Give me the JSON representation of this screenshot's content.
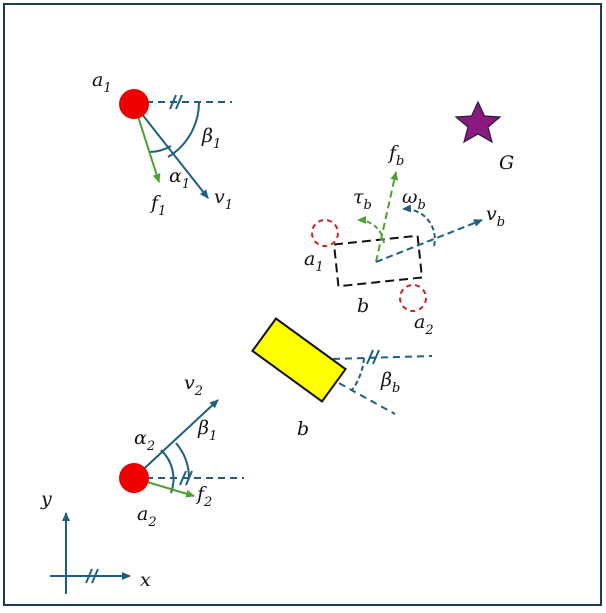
{
  "colors": {
    "frame": "#1f3a4d",
    "vector": "#1f5f80",
    "force": "#4ea032",
    "agent": "#ee0000",
    "ghost": "#cc2222",
    "box": "#ffff00",
    "box_stroke": "#111111",
    "goal": "#8b1a7e"
  },
  "labels": {
    "agent1": {
      "base": "a",
      "sub": "1"
    },
    "beta1_top": {
      "base": "β",
      "sub": "1"
    },
    "alpha1": {
      "base": "α",
      "sub": "1"
    },
    "f1": {
      "base": "f",
      "sub": "1"
    },
    "v1": {
      "base": "v",
      "sub": "1"
    },
    "goal": "G",
    "fb": {
      "base": "f",
      "sub": "b"
    },
    "taub": {
      "base": "τ",
      "sub": "b"
    },
    "omegab": {
      "base": "ω",
      "sub": "b"
    },
    "vb": {
      "base": "v",
      "sub": "b"
    },
    "box_agent1": {
      "base": "a",
      "sub": "1"
    },
    "box_small": "b",
    "box_agent2": {
      "base": "a",
      "sub": "2"
    },
    "betab": {
      "base": "β",
      "sub": "b"
    },
    "box_large": "b",
    "v2": {
      "base": "v",
      "sub": "2"
    },
    "alpha2": {
      "base": "α",
      "sub": "2"
    },
    "beta1_bottom": {
      "base": "β",
      "sub": "1"
    },
    "f2": {
      "base": "f",
      "sub": "2"
    },
    "agent2": {
      "base": "a",
      "sub": "2"
    },
    "axis_y": "y",
    "axis_x": "x"
  }
}
